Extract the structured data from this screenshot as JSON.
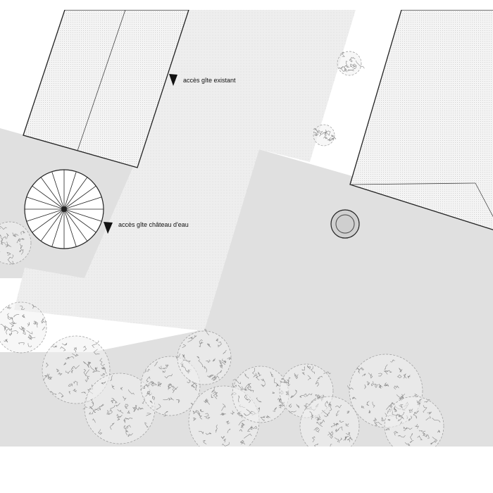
{
  "labels": {
    "access_existing": "accès gîte existant",
    "access_water_tower": "accès gîte château d'eau"
  },
  "colors": {
    "background": "#ffffff",
    "ground": "#e1e1e1",
    "path": "#ececec",
    "roof": "#f3f3f3",
    "outline": "#222222",
    "tree_line": "#8a8a8a"
  },
  "icons": {
    "arrow": "triangle-marker",
    "tree": "scribble-tree-canopy",
    "round_tower": "radial-roof-tower",
    "well": "circular-well"
  }
}
